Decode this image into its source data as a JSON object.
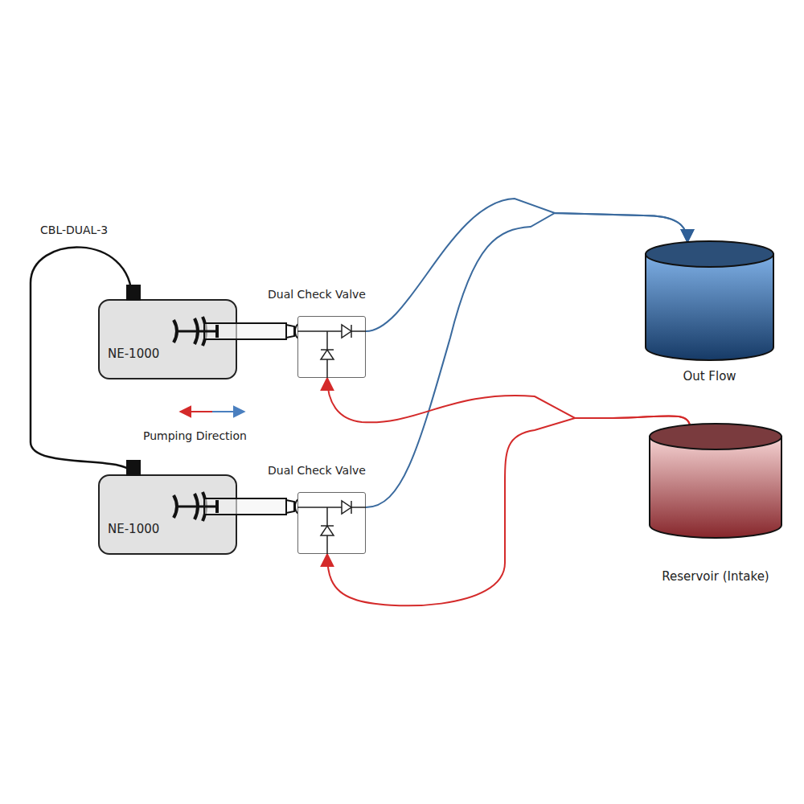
{
  "diagram": {
    "nodes": [
      {
        "text": [
          "NE-1000"
        ]
      },
      {
        "text": [
          "Dual Check Valve"
        ]
      },
      {
        "text": [
          "Out Flow"
        ]
      },
      {
        "text": [
          "NE-1000"
        ]
      },
      {
        "text": [
          "Dual Check Valve"
        ]
      },
      {
        "text": [
          "Reservoir (Intake)"
        ]
      }
    ],
    "edges": [
      {
        "from": 0,
        "to": 3,
        "arrow": "none",
        "label": "CBL-DUAL-3"
      },
      {
        "from": 1,
        "to": 2,
        "arrow": "to"
      },
      {
        "from": 4,
        "to": 2,
        "arrow": "to"
      },
      {
        "from": 5,
        "to": 1,
        "arrow": "to"
      },
      {
        "from": 5,
        "to": 4,
        "arrow": "to"
      }
    ],
    "labels": [
      "Pumping Direction"
    ]
  }
}
